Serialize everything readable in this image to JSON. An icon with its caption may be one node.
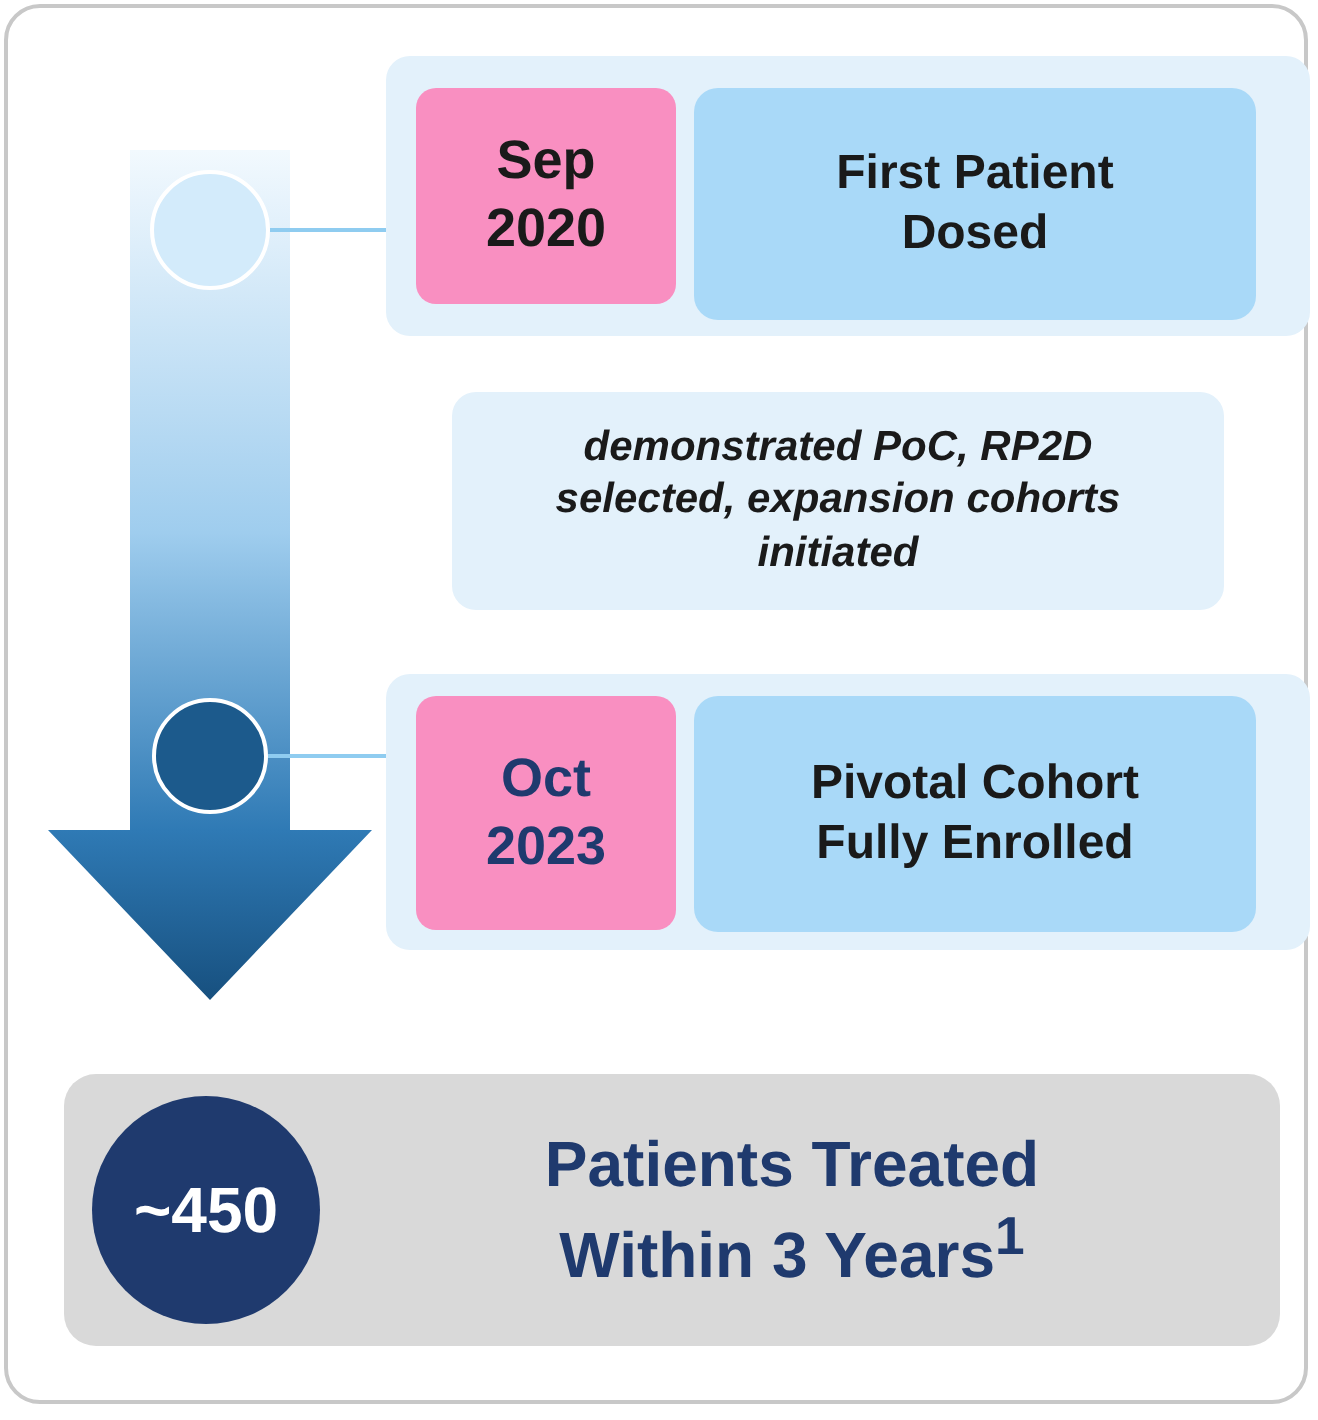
{
  "diagram": {
    "nodes": [
      {
        "text": [],
        "shape": "circle"
      },
      {
        "text": [],
        "shape": "box"
      },
      {
        "text": [
          "Sep 2020"
        ],
        "in": 1
      },
      {
        "text": [
          "First Patient Dosed"
        ],
        "in": 1
      },
      {
        "text": [
          "demonstrated PoC, RP2D selected, expansion cohorts initiated"
        ]
      },
      {
        "text": [],
        "shape": "circle"
      },
      {
        "text": [],
        "shape": "box"
      },
      {
        "text": [
          "Oct 2023"
        ],
        "in": 6
      },
      {
        "text": [
          "Pivotal Cohort Fully Enrolled"
        ],
        "in": 6
      },
      {
        "text": [
          "Patients Treated Within 3 Years$^{1}$"
        ]
      },
      {
        "text": [
          "~450"
        ],
        "in": 9
      }
    ],
    "edges": [
      {
        "from": 0,
        "to": 1,
        "arrow": "none"
      },
      {
        "from": 5,
        "to": 6,
        "arrow": "none"
      }
    ]
  }
}
